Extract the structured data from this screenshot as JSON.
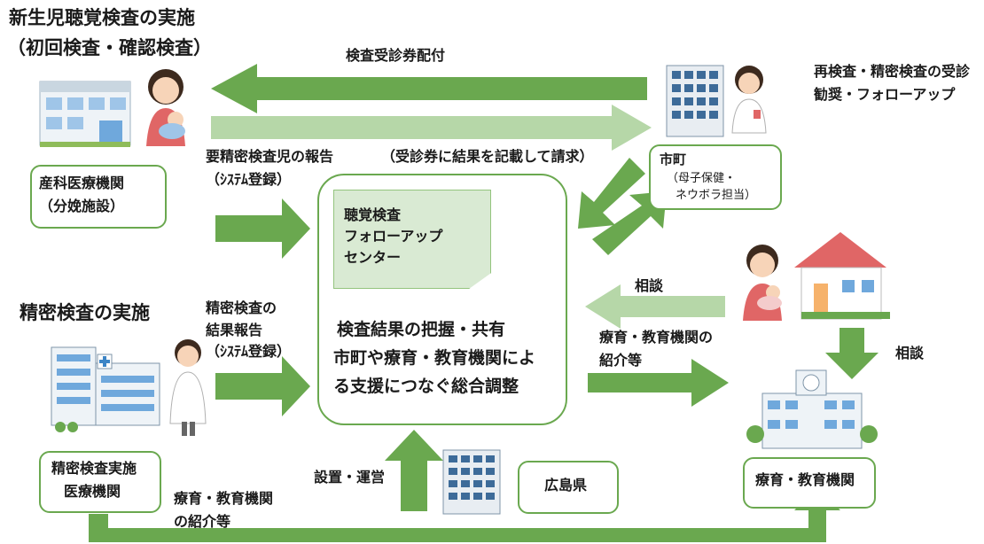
{
  "title": {
    "newborn_exam_line1": "新生児聴覚検査の実施",
    "newborn_exam_line2": "（初回検査・確認検査）",
    "detailed_exam": "精密検査の実施",
    "reexam_line1": "再検査・精密検査の受診",
    "reexam_line2": "勧奨・フォローアップ"
  },
  "flows": {
    "voucher": "検査受診券配付",
    "claim": "（受診券に結果を記載して請求）",
    "report_needed_line1": "要精密検査児の報告",
    "report_needed_line2": "（ｼｽﾃﾑ登録）",
    "detail_result_line1": "精密検査の",
    "detail_result_line2": "結果報告",
    "detail_result_line3": "（ｼｽﾃﾑ登録）",
    "consult_top": "相談",
    "consult_right": "相談",
    "referral_line1": "療育・教育機関の",
    "referral_line2": "紹介等",
    "setup": "設置・運営",
    "bottom_referral_line1": "療育・教育機関",
    "bottom_referral_line2": "の紹介等"
  },
  "nodes": {
    "maternity_line1": "産科医療機関",
    "maternity_line2": "（分娩施設）",
    "municipality_title": "市町",
    "municipality_sub1": "（母子保健・",
    "municipality_sub2": "ネウボラ担当）",
    "center_line1": "聴覚検査",
    "center_line2": "フォローアップ",
    "center_line3": "センター",
    "center_desc1": "検査結果の把握・共有",
    "center_desc2": "市町や療育・教育機関によ",
    "center_desc3": "る支援につなぐ総合調整",
    "detail_facility_line1": "精密検査実施",
    "detail_facility_line2": "医療機関",
    "prefecture": "広島県",
    "education": "療育・教育機関"
  },
  "colors": {
    "arrow_dark": "#6aa84f",
    "arrow_light": "#b6d7a8",
    "box_border": "#6aa84f",
    "note_fill": "#d9ead3"
  }
}
